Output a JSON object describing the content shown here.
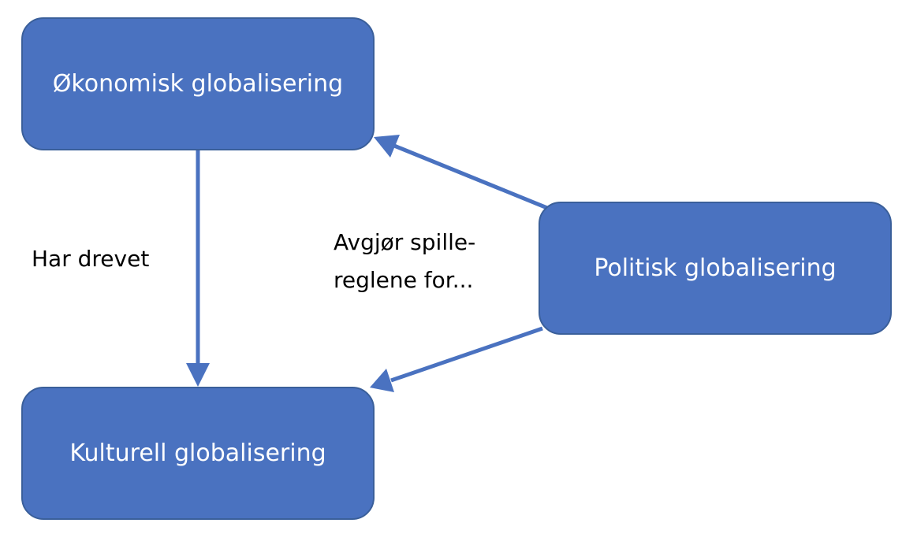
{
  "diagram": {
    "colors": {
      "box_fill": "#4a72c0",
      "box_border": "#3a5f9a",
      "arrow": "#4a72c0",
      "label_text": "#000000",
      "box_text": "#ffffff"
    },
    "nodes": {
      "okonomisk": "Økonomisk globalisering",
      "politisk": "Politisk globalisering",
      "kulturell": "Kulturell globalisering"
    },
    "edges": [
      {
        "from": "okonomisk",
        "to": "kulturell",
        "label": "Har drevet"
      },
      {
        "from": "politisk",
        "to": "okonomisk",
        "label": ""
      },
      {
        "from": "politisk",
        "to": "kulturell",
        "label": ""
      }
    ],
    "labels": {
      "har_drevet": "Har drevet",
      "avgjor_line1": "Avgjør spille-",
      "avgjor_line2": "reglene for..."
    }
  }
}
